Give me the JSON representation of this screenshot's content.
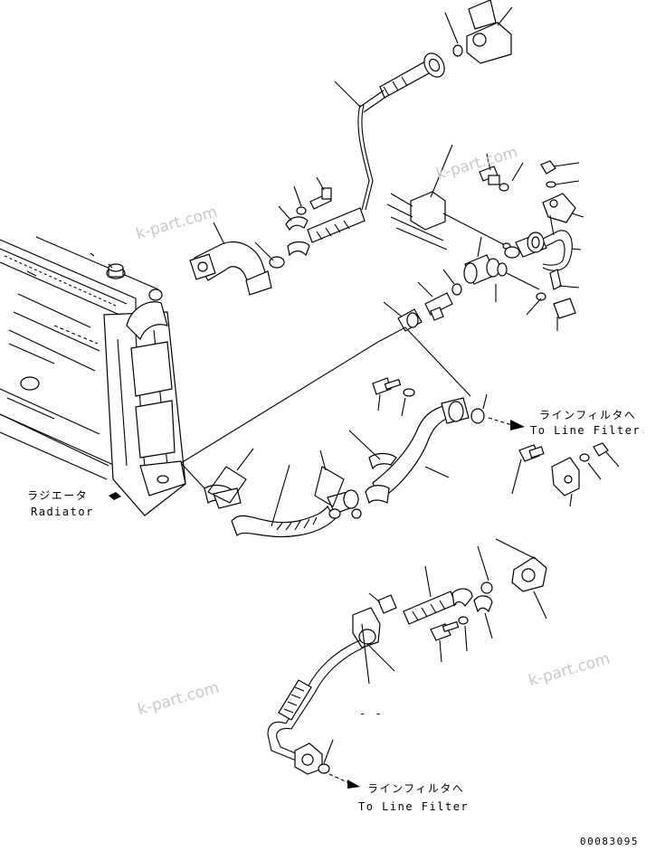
{
  "labels": {
    "radiator_jp": "ラジエータ",
    "radiator_en": "Radiator",
    "to_filter_upper_jp": "ラインフィルタへ",
    "to_filter_upper_en": "To Line Filter",
    "to_filter_lower_jp": "ラインフィルタへ",
    "to_filter_lower_en": "To Line Filter",
    "drawing_number": "00083095",
    "dash_note": "- -"
  },
  "watermarks": [
    "k-part.com",
    "k-part.com",
    "k-part.com",
    "k-part.com"
  ],
  "colors": {
    "line": "#000000",
    "background": "#ffffff",
    "watermark": "#c8c8c8"
  }
}
